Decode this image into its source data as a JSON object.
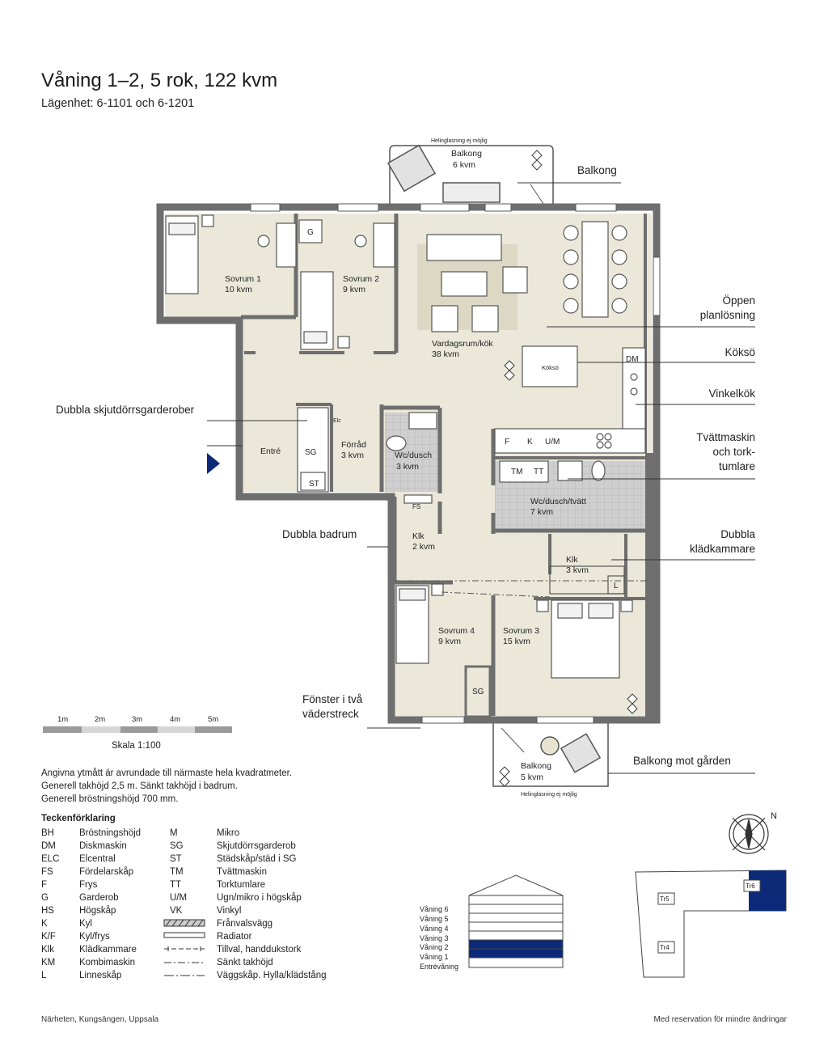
{
  "header": {
    "title": "Våning 1–2, 5 rok, 122 kvm",
    "subtitle": "Lägenhet: 6-1101 och 6-1201"
  },
  "rooms": {
    "balkong_top": {
      "name": "Balkong",
      "area": "6 kvm"
    },
    "sovrum1": {
      "name": "Sovrum 1",
      "area": "10 kvm"
    },
    "sovrum2": {
      "name": "Sovrum 2",
      "area": "9 kvm"
    },
    "vardagsrum": {
      "name": "Vardagsrum/kök",
      "area": "38 kvm"
    },
    "entre": {
      "name": "Entré"
    },
    "forrad": {
      "name": "Förråd",
      "area": "3 kvm"
    },
    "wc_dusch": {
      "name": "Wc/dusch",
      "area": "3 kvm"
    },
    "wc_dusch_tvatt": {
      "name": "Wc/dusch/tvätt",
      "area": "7 kvm"
    },
    "klk2": {
      "name": "Klk",
      "area": "2 kvm"
    },
    "klk3": {
      "name": "Klk",
      "area": "3 kvm"
    },
    "sovrum4": {
      "name": "Sovrum 4",
      "area": "9 kvm"
    },
    "sovrum3": {
      "name": "Sovrum 3",
      "area": "15 kvm"
    },
    "balkong_bottom": {
      "name": "Balkong",
      "area": "5 kvm"
    }
  },
  "plan_labels": {
    "helinglasning_top": "Helinglasning ej möjlig",
    "helinglasning_bottom": "Helinglasning ej möjlig",
    "g": "G",
    "sg1": "SG",
    "st": "ST",
    "elc": "Elc",
    "fs": "FS",
    "dm": "DM",
    "koksö_table": "Köksö",
    "f": "F",
    "k": "K",
    "um": "U/M",
    "tm": "TM",
    "tt": "TT",
    "l": "L",
    "sg2": "SG"
  },
  "callouts": {
    "balkong": "Balkong",
    "oppen1": "Öppen",
    "oppen2": "planlösning",
    "koksö": "Köksö",
    "vinkelkok": "Vinkelkök",
    "tvatt1": "Tvättmaskin",
    "tvatt2": "och tork-",
    "tvatt3": "tumlare",
    "garderober": "Dubbla skjutdörrsgarderober",
    "badrum": "Dubbla badrum",
    "klad1": "Dubbla",
    "klad2": "klädkammare",
    "fonster1": "Fönster i två",
    "fonster2": "väderstreck",
    "balkong_gard": "Balkong mot gården"
  },
  "scale": {
    "ticks": [
      "1m",
      "2m",
      "3m",
      "4m",
      "5m"
    ],
    "label": "Skala 1:100"
  },
  "notes": [
    "Angivna ytmått är avrundade till närmaste hela kvadratmeter.",
    "Generell takhöjd 2,5 m. Sänkt takhöjd i badrum.",
    "Generell bröstningshöjd 700 mm."
  ],
  "legend": {
    "title": "Teckenförklaring",
    "left": [
      {
        "code": "BH",
        "desc": "Bröstningshöjd"
      },
      {
        "code": "DM",
        "desc": "Diskmaskin"
      },
      {
        "code": "ELC",
        "desc": "Elcentral"
      },
      {
        "code": "FS",
        "desc": "Fördelarskåp"
      },
      {
        "code": "F",
        "desc": "Frys"
      },
      {
        "code": "G",
        "desc": "Garderob"
      },
      {
        "code": "HS",
        "desc": "Högskåp"
      },
      {
        "code": "K",
        "desc": "Kyl"
      },
      {
        "code": "K/F",
        "desc": "Kyl/frys"
      },
      {
        "code": "Klk",
        "desc": "Klädkammare"
      },
      {
        "code": "KM",
        "desc": "Kombimaskin"
      },
      {
        "code": "L",
        "desc": "Linneskåp"
      }
    ],
    "right": [
      {
        "code": "M",
        "desc": "Mikro"
      },
      {
        "code": "SG",
        "desc": "Skjutdörrsgarderob"
      },
      {
        "code": "ST",
        "desc": "Städskåp/städ i SG"
      },
      {
        "code": "TM",
        "desc": "Tvättmaskin"
      },
      {
        "code": "TT",
        "desc": "Torktumlare"
      },
      {
        "code": "U/M",
        "desc": "Ugn/mikro i högskåp"
      },
      {
        "code": "VK",
        "desc": "Vinkyl"
      },
      {
        "code": "",
        "desc": "Frånvalsvägg"
      },
      {
        "code": "",
        "desc": "Radiator"
      },
      {
        "code": "",
        "desc": "Tillval, handdukstork"
      },
      {
        "code": "",
        "desc": "Sänkt takhöjd"
      },
      {
        "code": "",
        "desc": "Väggskåp. Hylla/klädstång"
      }
    ]
  },
  "building_section": {
    "floors": [
      "Våning 6",
      "Våning 5",
      "Våning 4",
      "Våning 3",
      "Våning 2",
      "Våning 1",
      "Entrévåning"
    ],
    "highlight_color": "#0c2a78"
  },
  "site_plan": {
    "labels": [
      "Tr5",
      "Tr6",
      "Tr4"
    ],
    "highlight_color": "#0c2a78"
  },
  "footer": {
    "left": "Närheten, Kungsängen, Uppsala",
    "right": "Med reservation för mindre ändringar"
  },
  "colors": {
    "floor": "#ebe8da",
    "wall": "#707070",
    "tile": "#c9c9c9",
    "accent": "#0c2a78"
  }
}
